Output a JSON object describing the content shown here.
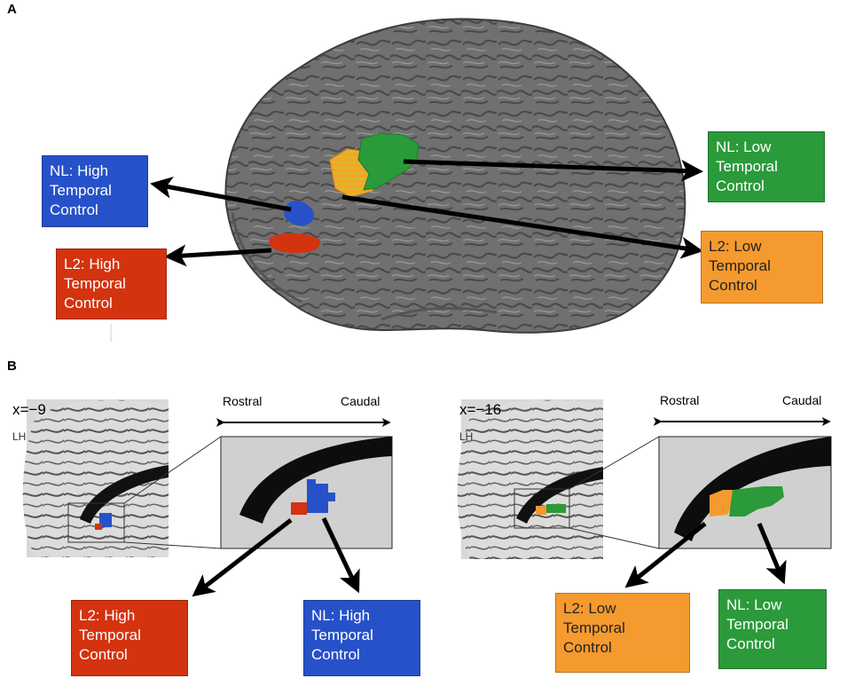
{
  "panels": {
    "a_label": "A",
    "b_label": "B"
  },
  "panel_a": {
    "boxes": {
      "nl_high": "NL: High\nTemporal\nControl",
      "l2_high": "L2: High\nTemporal\nControl",
      "nl_low": "NL: Low\nTemporal\nControl",
      "l2_low": "L2: Low\nTemporal\nControl"
    }
  },
  "panel_b": {
    "left": {
      "slice": "x=−9",
      "hemisphere": "LH",
      "rostral": "Rostral",
      "caudal": "Caudal",
      "box_l2": "L2: High\nTemporal\nControl",
      "box_nl": "NL: High\nTemporal\nControl"
    },
    "right": {
      "slice": "x=−16",
      "hemisphere": "LH",
      "rostral": "Rostral",
      "caudal": "Caudal",
      "box_l2": "L2: Low\nTemporal\nControl",
      "box_nl": "NL: Low\nTemporal\nControl"
    }
  },
  "colors": {
    "nl_high": "#2651c9",
    "l2_high": "#d4330f",
    "nl_low": "#2a9a3a",
    "l2_low": "#f59a2e",
    "brain": "#6f6f6f",
    "slice_bg": "#cfcfcf"
  }
}
